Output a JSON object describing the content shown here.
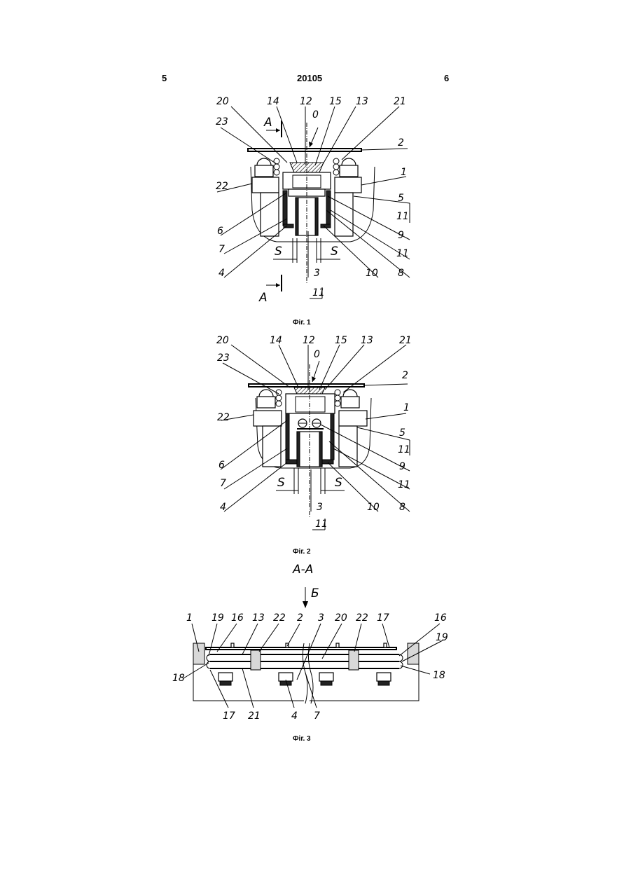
{
  "header": {
    "page_left": "5",
    "patent_number": "20105",
    "page_right": "6"
  },
  "fig1": {
    "caption": "Фіг. 1",
    "labels": {
      "l20": "20",
      "l14": "14",
      "l12": "12",
      "l15": "15",
      "l13": "13",
      "l21": "21",
      "l0": "0",
      "l23": "23",
      "lA_top": "A",
      "l2": "2",
      "l22": "22",
      "l1": "1",
      "l5": "5",
      "l11a": "11",
      "l6": "6",
      "l9": "9",
      "l7": "7",
      "l11b": "11",
      "lS1": "S",
      "lS2": "S",
      "l4": "4",
      "l3": "3",
      "l10": "10",
      "l8": "8",
      "lA_bot": "A",
      "l11c": "11"
    }
  },
  "fig2": {
    "caption": "Фіг. 2",
    "labels": {
      "l20": "20",
      "l14": "14",
      "l12": "12",
      "l15": "15",
      "l13": "13",
      "l21": "21",
      "l0": "0",
      "l23": "23",
      "l2": "2",
      "l22": "22",
      "l1": "1",
      "l5": "5",
      "l11a": "11",
      "l6": "6",
      "l9": "9",
      "l7": "7",
      "l11b": "11",
      "lS1": "S",
      "lS2": "S",
      "l4": "4",
      "l3": "3",
      "l10": "10",
      "l8": "8",
      "l11c": "11"
    }
  },
  "fig3": {
    "caption": "Фіг. 3",
    "section_title": "А-А",
    "view_label": "Б",
    "labels": {
      "l1": "1",
      "l19a": "19",
      "l16a": "16",
      "l13": "13",
      "l22a": "22",
      "l2": "2",
      "l3": "3",
      "l20": "20",
      "l22b": "22",
      "l17a": "17",
      "l16b": "16",
      "l19b": "19",
      "l18a": "18",
      "l18b": "18",
      "l17b": "17",
      "l21": "21",
      "l4": "4",
      "l7": "7"
    }
  }
}
